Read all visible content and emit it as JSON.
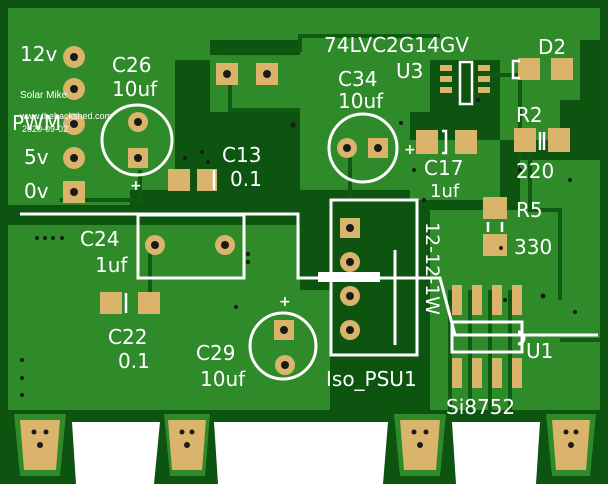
{
  "board": {
    "colors": {
      "background": "#ffffff",
      "board_edge": "#0c5410",
      "copper_fill": "#2f8a2a",
      "trace": "#0f5a13",
      "pad": "#d9b46a",
      "silkscreen": "#ffffff",
      "drill": "#1a1a1a"
    }
  },
  "labels": {
    "v12": "12v",
    "pwm": "PWM",
    "v5": "5v",
    "v0": "0v",
    "author": "Solar Mike",
    "website": "www.thebackshed.com",
    "date": "2020-09-02",
    "c26": "C26",
    "c26_val": "10uf",
    "c13": "C13",
    "c13_val": "0.1",
    "c24": "C24",
    "c24_val": "1uf",
    "c22": "C22",
    "c22_val": "0.1",
    "c29": "C29",
    "c29_val": "10uf",
    "c34": "C34",
    "c34_val": "10uf",
    "c17": "C17",
    "c17_val": "1uf",
    "u3_part": "74LVC2G14GV",
    "u3": "U3",
    "d2": "D2",
    "r2": "R2",
    "r2_val": "220",
    "r5": "R5",
    "r5_val": "330",
    "iso_psu_val": "12-12-1W",
    "iso_psu": "Iso_PSU1",
    "u1": "U1",
    "u1_part": "Si8752",
    "plus_c26": "+",
    "plus_c29": "+",
    "plus_c34": "+"
  }
}
